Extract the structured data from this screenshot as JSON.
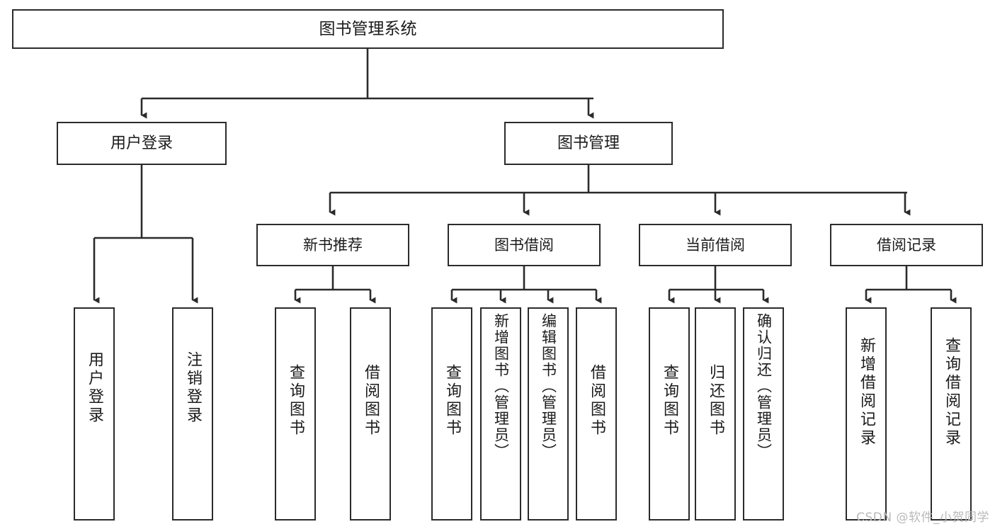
{
  "diagram": {
    "type": "tree-hierarchy-chart",
    "title": "图书管理系统",
    "watermark": "CSDN @软件_小贺同学",
    "colors": {
      "box_border": "#2b2b2b",
      "box_fill": "#ffffff",
      "edge": "#2b2b2b",
      "text": "#1b1b1b",
      "watermark": "#b9b9b9"
    },
    "nodes": {
      "root": {
        "label": "图书管理系统"
      },
      "level1": [
        {
          "id": "user-login",
          "label": "用户登录"
        },
        {
          "id": "book-manage",
          "label": "图书管理"
        }
      ],
      "level2": [
        {
          "id": "new-book-recommend",
          "label": "新书推荐"
        },
        {
          "id": "book-borrow",
          "label": "图书借阅"
        },
        {
          "id": "current-borrow",
          "label": "当前借阅"
        },
        {
          "id": "borrow-record",
          "label": "借阅记录"
        }
      ],
      "leaves": {
        "user-login": [
          {
            "id": "leaf-user-login",
            "label": "用户登录"
          },
          {
            "id": "leaf-logout",
            "label": "注销登录"
          }
        ],
        "new-book-recommend": [
          {
            "id": "leaf-query-book-1",
            "label": "查询图书"
          },
          {
            "id": "leaf-borrow-book-1",
            "label": "借阅图书"
          }
        ],
        "book-borrow": [
          {
            "id": "leaf-query-book-2",
            "label": "查询图书"
          },
          {
            "id": "leaf-add-book",
            "label": "新增图书（管理员）"
          },
          {
            "id": "leaf-edit-book",
            "label": "编辑图书（管理员）"
          },
          {
            "id": "leaf-borrow-book-2",
            "label": "借阅图书"
          }
        ],
        "current-borrow": [
          {
            "id": "leaf-query-book-3",
            "label": "查询图书"
          },
          {
            "id": "leaf-return-book",
            "label": "归还图书"
          },
          {
            "id": "leaf-confirm-return",
            "label": "确认归还（管理员）"
          }
        ],
        "borrow-record": [
          {
            "id": "leaf-add-record",
            "label": "新增借阅记录"
          },
          {
            "id": "leaf-query-record",
            "label": "查询借阅记录"
          }
        ]
      }
    }
  }
}
